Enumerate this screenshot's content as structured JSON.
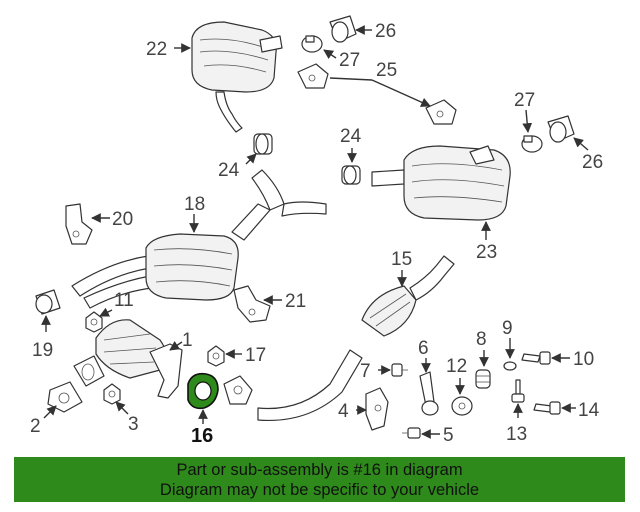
{
  "callouts": {
    "c1": "1",
    "c2": "2",
    "c3": "3",
    "c4": "4",
    "c5": "5",
    "c6": "6",
    "c7": "7",
    "c8": "8",
    "c9": "9",
    "c10": "10",
    "c11": "11",
    "c12": "12",
    "c13": "13",
    "c14": "14",
    "c15": "15",
    "c16": "16",
    "c17": "17",
    "c18": "18",
    "c19": "19",
    "c20": "20",
    "c21": "21",
    "c22": "22",
    "c23": "23",
    "c24a": "24",
    "c24b": "24",
    "c25": "25",
    "c26a": "26",
    "c26b": "26",
    "c27a": "27",
    "c27b": "27"
  },
  "banner": {
    "line1": "Part or sub-assembly is #16 in diagram",
    "line2": "Diagram may not be specific to your vehicle"
  },
  "colors": {
    "banner_bg": "#2e8a1a",
    "highlight_part": "#2e8a1a"
  }
}
